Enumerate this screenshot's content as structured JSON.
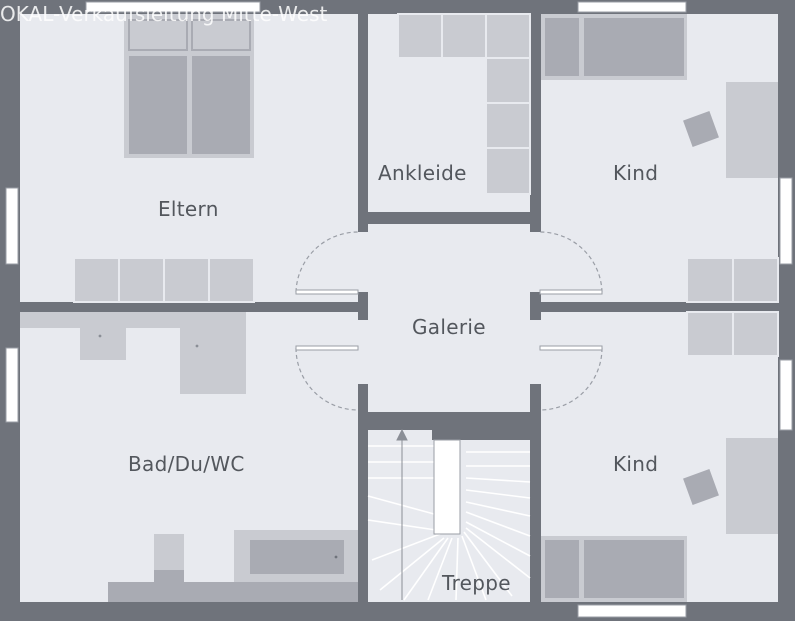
{
  "watermark": "OKAL-Verkaufsleitung Mitte-West",
  "rooms": {
    "eltern": "Eltern",
    "ankleide": "Ankleide",
    "kind_top": "Kind",
    "galerie": "Galerie",
    "bad": "Bad/Du/WC",
    "kind_bottom": "Kind",
    "treppe": "Treppe"
  },
  "colors": {
    "wall": "#6f737b",
    "floor": "#e8eaef",
    "furniture": "#c9cbd1",
    "furniture_dark": "#a9abb3",
    "label": "#53575d",
    "window": "#ffffff"
  }
}
